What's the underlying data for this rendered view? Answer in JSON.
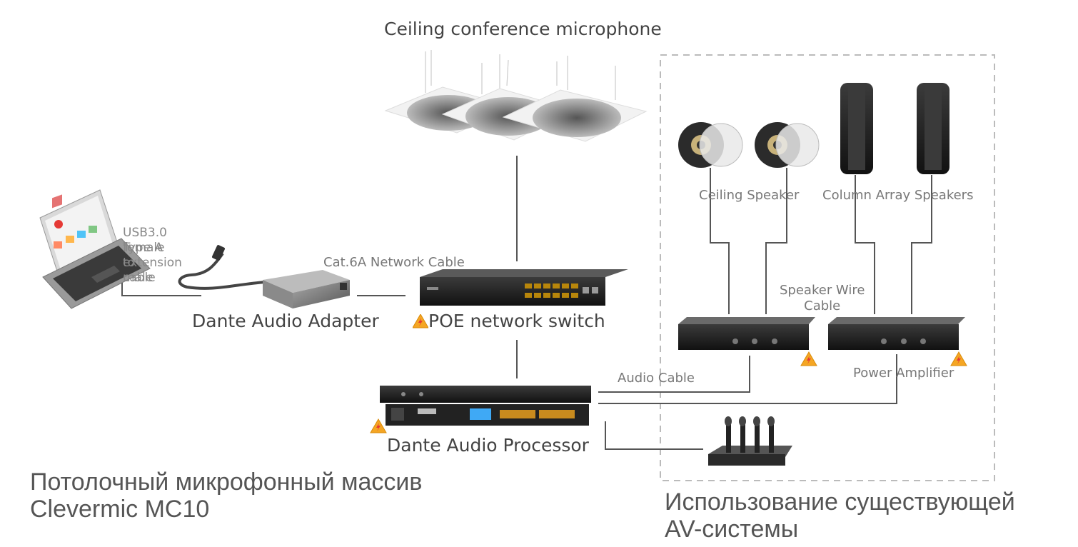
{
  "labels": {
    "ceiling_mic": "Ceiling conference microphone",
    "ceiling_speaker": "Ceiling Speaker",
    "column_array": "Column Array Speakers",
    "usb_cable_line1": "USB3.0 Type A",
    "usb_cable_line2": "female to male",
    "usb_cable_line3": "extension cable",
    "cat6a": "Cat.6A Network Cable",
    "speaker_wire_line1": "Speaker Wire",
    "speaker_wire_line2": "Cable",
    "dante_adapter": "Dante Audio Adapter",
    "poe_switch": "POE network switch",
    "audio_cable": "Audio Cable",
    "power_amplifier": "Power Amplifier",
    "dante_processor": "Dante Audio Processor"
  },
  "captions": {
    "left_line1": "Потолочный микрофонный массив",
    "left_line2": "Clevermic MC10",
    "right_line1": "Использование существующей",
    "right_line2": "AV-системы"
  },
  "colors": {
    "line": "#555555",
    "dashed_border": "#bbbbbb",
    "warning_fill": "#f5a623",
    "warning_bolt": "#e53935"
  },
  "icons": {
    "laptop": "laptop-icon",
    "adapter": "dante-adapter-icon",
    "switch": "network-switch-icon",
    "microphone": "ceiling-microphone-icon",
    "ceiling_speaker": "ceiling-speaker-icon",
    "column_speaker": "column-speaker-icon",
    "amplifier": "power-amplifier-icon",
    "processor": "audio-processor-icon",
    "wireless_mic": "wireless-microphone-receiver-icon",
    "warning": "high-voltage-warning-icon"
  }
}
